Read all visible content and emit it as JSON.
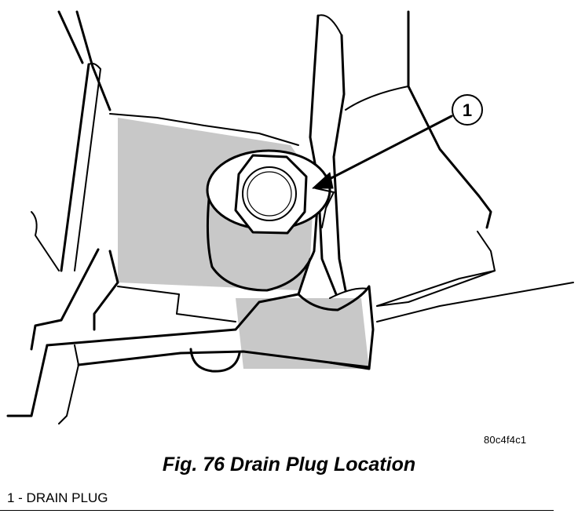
{
  "callout": {
    "number": "1"
  },
  "image_code": "80c4f4c1",
  "caption": "Fig. 76 Drain Plug Location",
  "legend": [
    {
      "text": "1 - DRAIN PLUG"
    }
  ]
}
